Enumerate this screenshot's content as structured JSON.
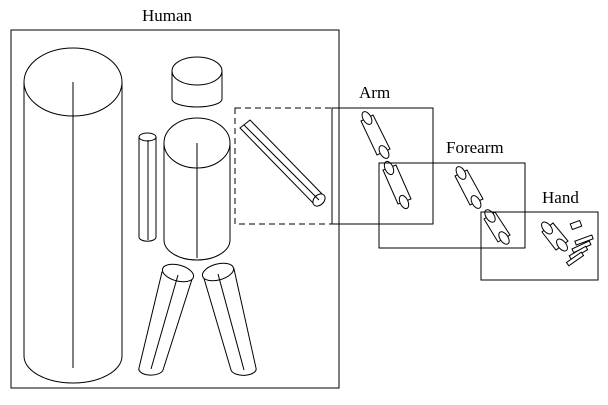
{
  "diagram": {
    "labels": {
      "human": "Human",
      "arm": "Arm",
      "forearm": "Forearm",
      "hand": "Hand"
    }
  }
}
